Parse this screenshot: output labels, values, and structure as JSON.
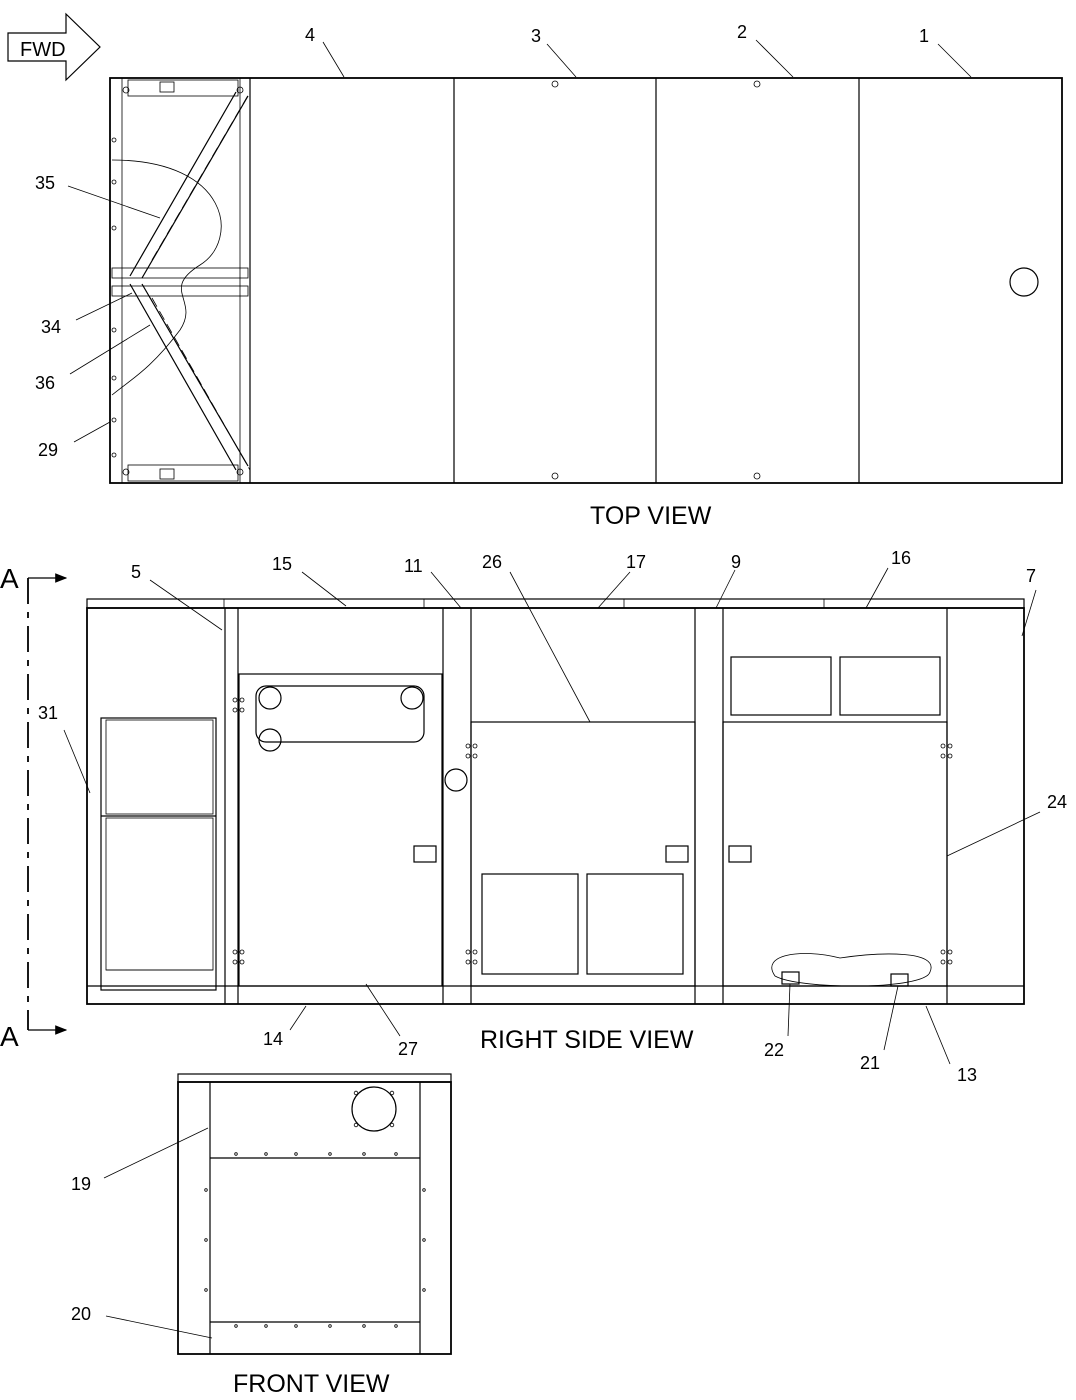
{
  "fwd_label": "FWD",
  "section_marker": "A",
  "views": {
    "top": "TOP VIEW",
    "right": "RIGHT SIDE VIEW",
    "front": "FRONT VIEW"
  },
  "callouts": {
    "c1": "1",
    "c2": "2",
    "c3": "3",
    "c4": "4",
    "c5": "5",
    "c7": "7",
    "c9": "9",
    "c11": "11",
    "c13": "13",
    "c14": "14",
    "c15": "15",
    "c16": "16",
    "c17": "17",
    "c19": "19",
    "c20": "20",
    "c21": "21",
    "c22": "22",
    "c24": "24",
    "c26": "26",
    "c27": "27",
    "c29": "29",
    "c31": "31",
    "c34": "34",
    "c35": "35",
    "c36": "36"
  }
}
